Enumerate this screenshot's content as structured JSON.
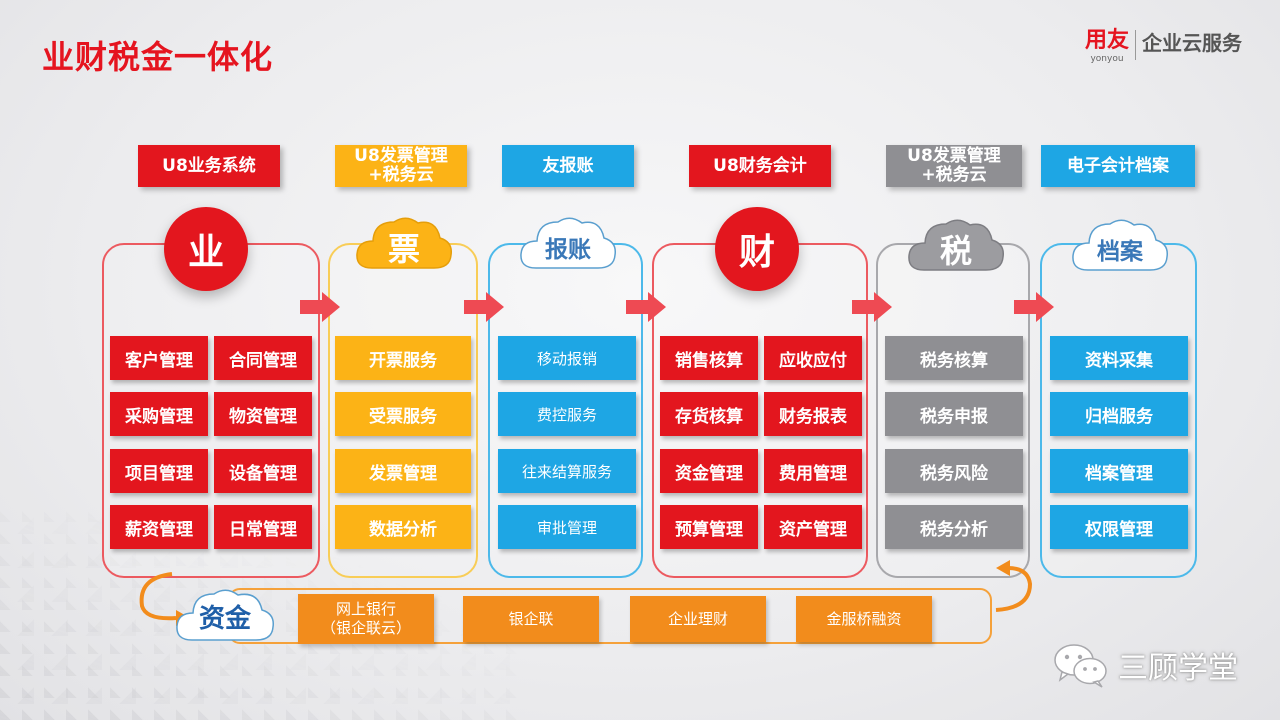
{
  "page": {
    "title": "业财税金一体化"
  },
  "brand": {
    "name_cn": "用友",
    "name_en": "yonyou",
    "service": "企业云服务"
  },
  "colors": {
    "red": "#e3161e",
    "yellow": "#fcb316",
    "blue": "#1ea6e4",
    "gray": "#8f8f93",
    "orange": "#f28c1c"
  },
  "columns": [
    {
      "system": "U8业务系统",
      "icon_text": "业",
      "icon_style": "red-circle",
      "color": "#e3161e",
      "items": [
        "客户管理",
        "合同管理",
        "采购管理",
        "物资管理",
        "项目管理",
        "设备管理",
        "薪资管理",
        "日常管理"
      ]
    },
    {
      "system": "U8发票管理+税务云",
      "system_line1": "U8发票管理",
      "system_line2": "+税务云",
      "icon_text": "票",
      "icon_style": "yellow-cloud",
      "color": "#fcb316",
      "items": [
        "开票服务",
        "受票服务",
        "发票管理",
        "数据分析"
      ]
    },
    {
      "system": "友报账",
      "icon_text": "报账",
      "icon_style": "white-cloud",
      "color": "#1ea6e4",
      "items": [
        "移动报销",
        "费控服务",
        "往来结算服务",
        "审批管理"
      ]
    },
    {
      "system": "U8财务会计",
      "icon_text": "财",
      "icon_style": "red-circle",
      "color": "#e3161e",
      "items": [
        "销售核算",
        "应收应付",
        "存货核算",
        "财务报表",
        "资金管理",
        "费用管理",
        "预算管理",
        "资产管理"
      ]
    },
    {
      "system": "U8发票管理+税务云",
      "system_line1": "U8发票管理",
      "system_line2": "+税务云",
      "icon_text": "税",
      "icon_style": "gray-cloud",
      "color": "#8f8f93",
      "items": [
        "税务核算",
        "税务申报",
        "税务风险",
        "税务分析"
      ]
    },
    {
      "system": "电子会计档案",
      "icon_text": "档案",
      "icon_style": "white-cloud",
      "color": "#1ea6e4",
      "items": [
        "资料采集",
        "归档服务",
        "档案管理",
        "权限管理"
      ]
    }
  ],
  "fund": {
    "icon_text": "资金",
    "items": [
      {
        "line1": "网上银行",
        "line2": "（银企联云）"
      },
      {
        "line1": "银企联"
      },
      {
        "line1": "企业理财"
      },
      {
        "line1": "金服桥融资"
      }
    ]
  },
  "watermark": {
    "label": "三顾学堂",
    "icon": "wechat-icon"
  }
}
